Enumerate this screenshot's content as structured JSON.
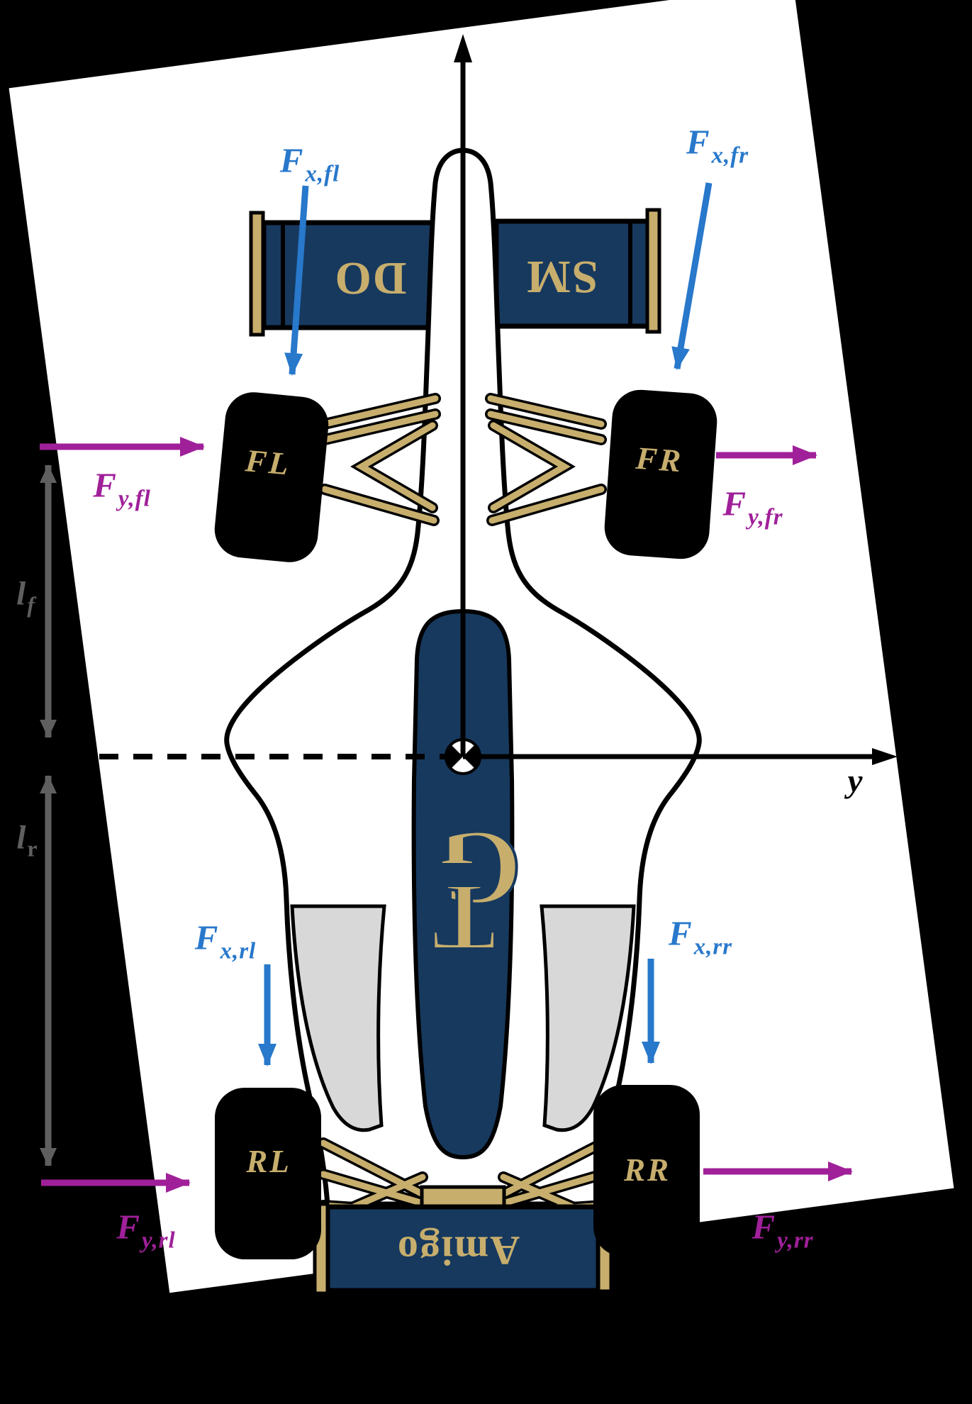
{
  "figure": {
    "description": "Top-view free body diagram of a formula-style race car showing longitudinal and lateral tire forces, front and rear axle distances to the center of gravity, and the vehicle y axis"
  },
  "colors": {
    "background": "#000000",
    "paper": "#ffffff",
    "car_navy": "#17395e",
    "car_gold": "#c7ae6d",
    "sidepod_gray": "#d8d8d8",
    "force_x_blue": "#2878cb",
    "force_y_magenta": "#a0209a",
    "dimension_gray": "#5f5f5f",
    "line_black": "#000000"
  },
  "axes": {
    "y_axis_label": "y"
  },
  "forces": {
    "fx_fl": {
      "main": "F",
      "sub": "x,fl"
    },
    "fx_fr": {
      "main": "F",
      "sub": "x,fr"
    },
    "fx_rl": {
      "main": "F",
      "sub": "x,rl"
    },
    "fx_rr": {
      "main": "F",
      "sub": "x,rr"
    },
    "fy_fl": {
      "main": "F",
      "sub": "y,fl"
    },
    "fy_fr": {
      "main": "F",
      "sub": "y,fr"
    },
    "fy_rl": {
      "main": "F",
      "sub": "y,rl"
    },
    "fy_rr": {
      "main": "F",
      "sub": "y,rr"
    }
  },
  "dimensions": {
    "lf": {
      "main": "l",
      "sub": "f"
    },
    "lr": {
      "main": "l",
      "sub": "r"
    }
  },
  "tires": {
    "front_left": "FL",
    "front_right": "FR",
    "rear_left": "RL",
    "rear_right": "RR"
  },
  "livery": {
    "front_wing_left": "DO",
    "front_wing_right": "SM",
    "cockpit_logo_g": "G",
    "cockpit_logo_t": "T",
    "rear_wing": "Amigo"
  }
}
